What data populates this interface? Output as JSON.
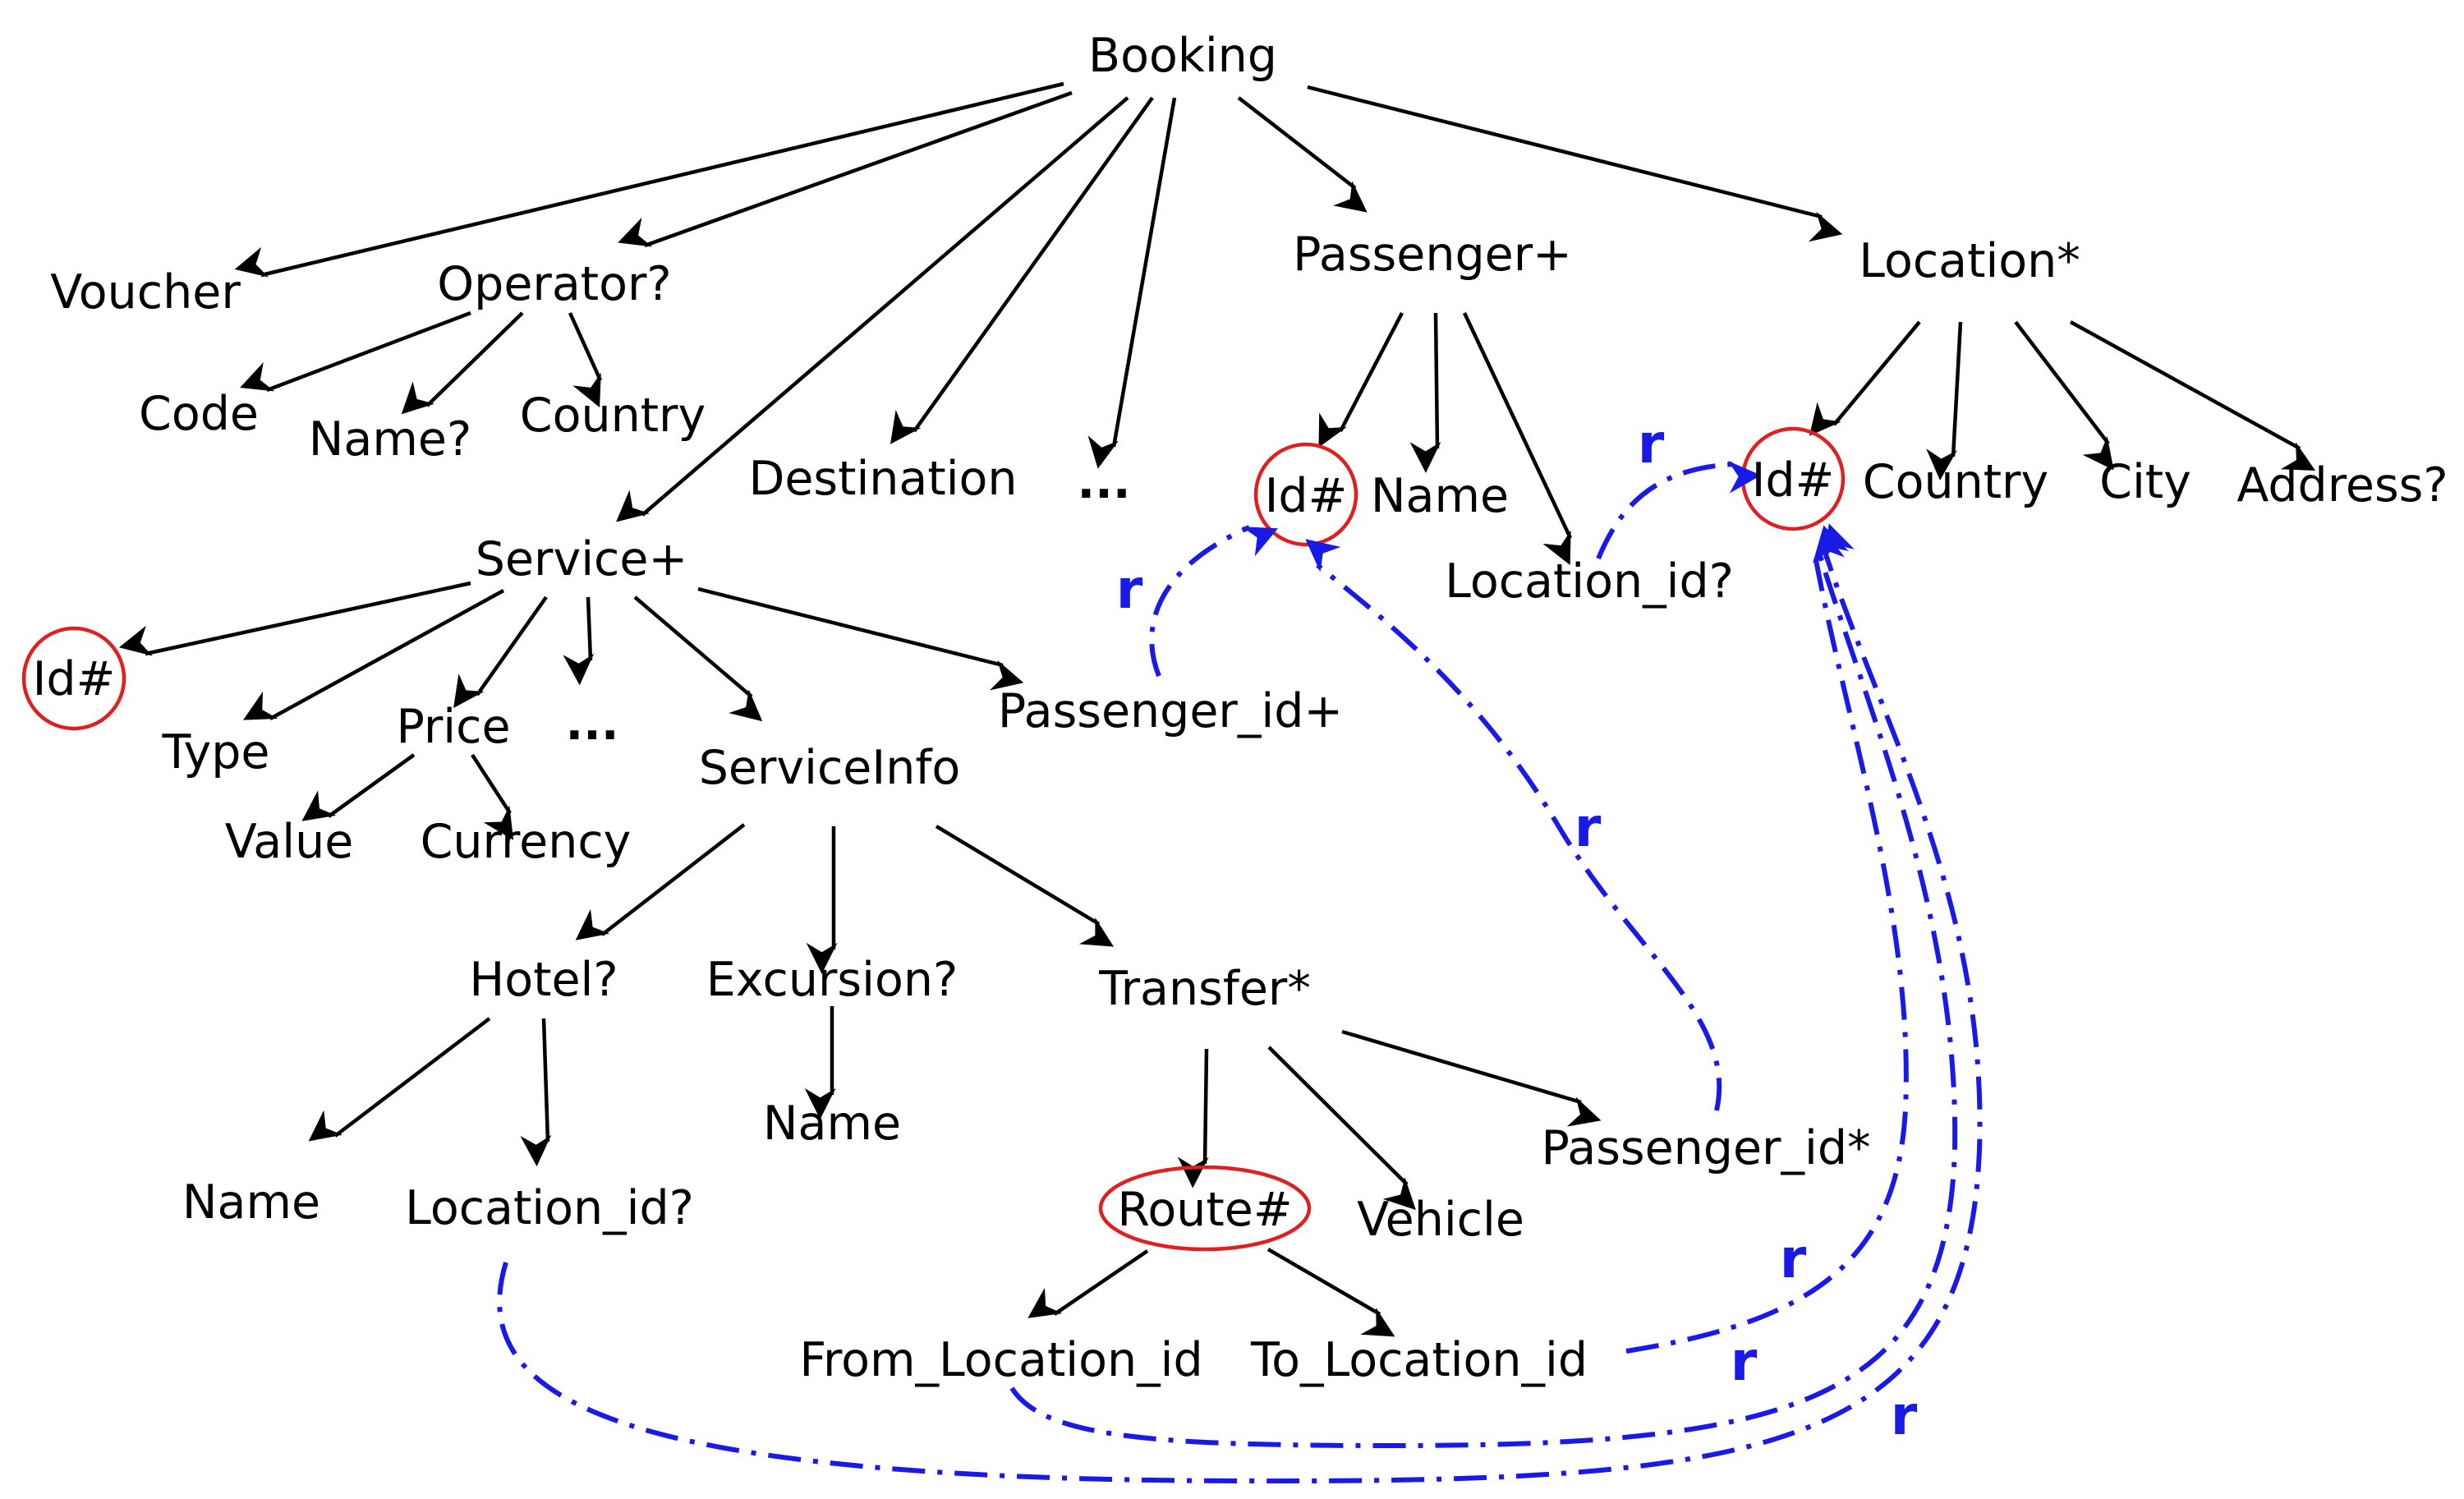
{
  "colors": {
    "node_text": "#000000",
    "edge": "#000000",
    "key_circle": "#e02020",
    "reference": "#1a1ae6"
  },
  "nodes": {
    "booking": "Booking",
    "voucher": "Voucher",
    "operator": "Operator?",
    "operator_code": "Code",
    "operator_name": "Name?",
    "operator_country": "Country",
    "destination": "Destination",
    "booking_ellipsis": "...",
    "passenger": "Passenger+",
    "passenger_id": "Id#",
    "passenger_name": "Name",
    "passenger_location_id": "Location_id?",
    "location": "Location*",
    "location_id": "Id#",
    "location_country": "Country",
    "location_city": "City",
    "location_address": "Address?",
    "service": "Service+",
    "service_id": "Id#",
    "service_type": "Type",
    "price": "Price",
    "price_value": "Value",
    "price_currency": "Currency",
    "service_ellipsis": "...",
    "service_info": "ServiceInfo",
    "service_passenger_id": "Passenger_id+",
    "hotel": "Hotel?",
    "hotel_name": "Name",
    "hotel_location_id": "Location_id?",
    "excursion": "Excursion?",
    "excursion_name": "Name",
    "transfer": "Transfer*",
    "route": "Route#",
    "from_location_id": "From_Location_id",
    "to_location_id": "To_Location_id",
    "vehicle": "Vehicle",
    "transfer_passenger_id": "Passenger_id*"
  },
  "reference_label": "r"
}
